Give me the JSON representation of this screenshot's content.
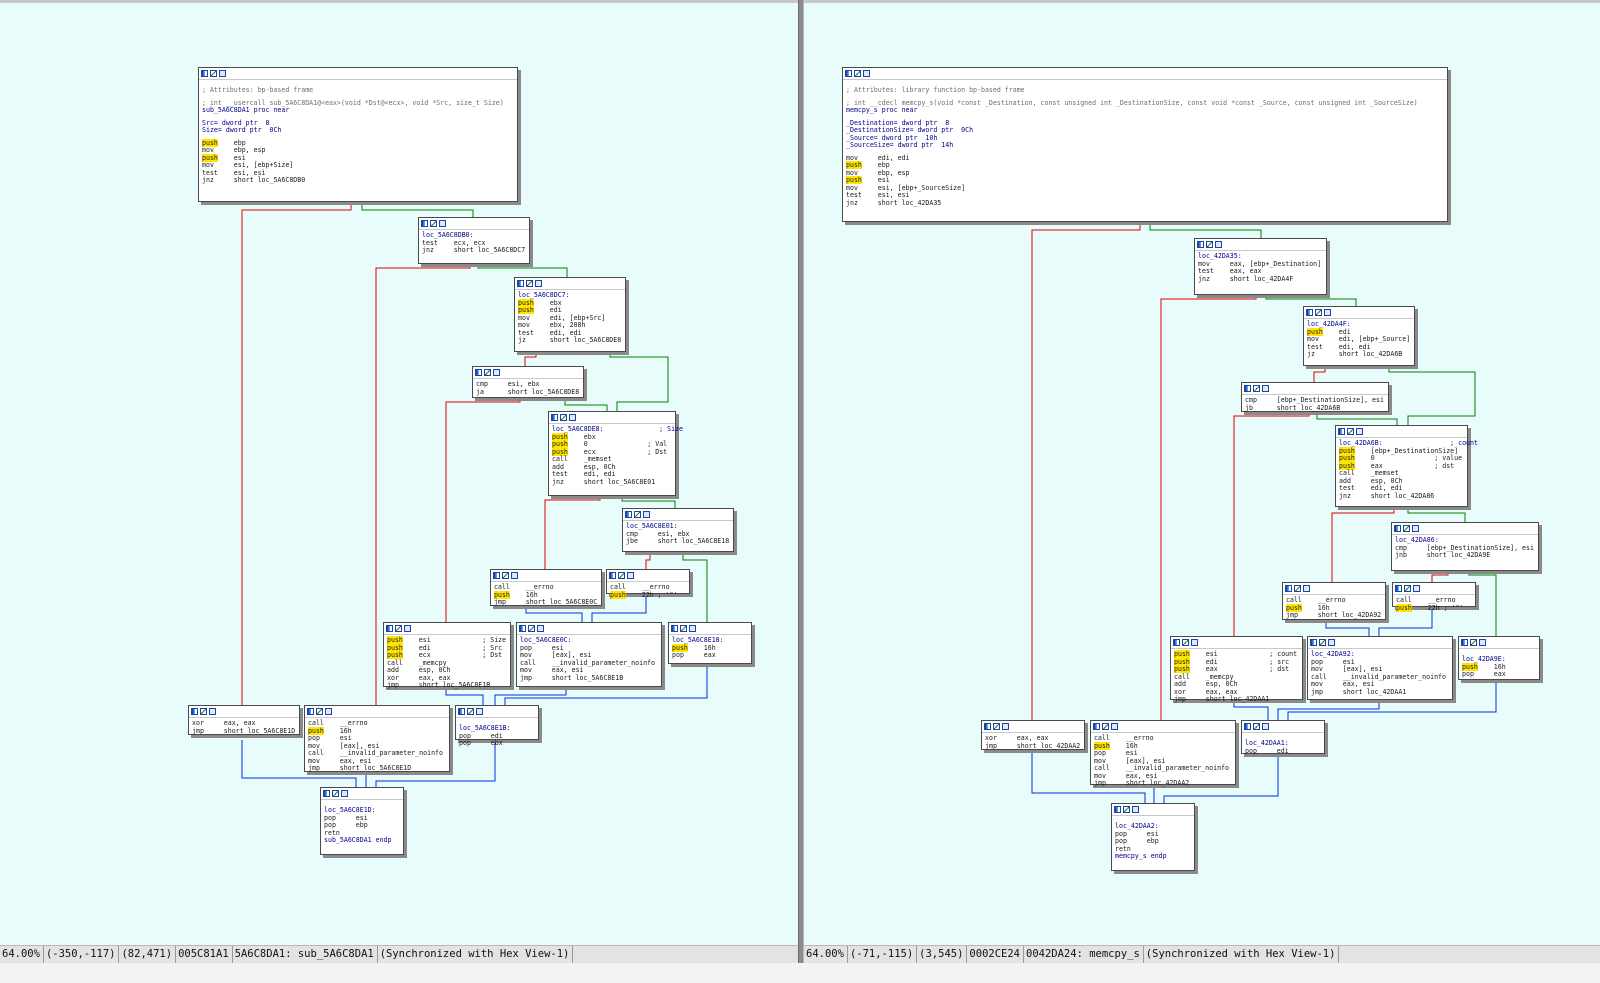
{
  "left_view": {
    "status": [
      "64.00%",
      "(-350,-117)",
      "(82,471)",
      "005C81A1",
      "5A6C8DA1: sub_5A6C8DA1",
      "(Synchronized with Hex View-1)"
    ],
    "blocks": {
      "entry": [
        "",
        "; Attributes: bp-based frame",
        "",
        "; int __usercall sub_5A6C8DA1@<eax>(void *Dst@<ecx>, void *Src, size_t Size)",
        "sub_5A6C8DA1 proc near",
        "",
        "Src= dword ptr  8",
        "Size= dword ptr  0Ch",
        "",
        "push    ebp",
        "mov     ebp, esp",
        "push    esi",
        "mov     esi, [ebp+Size]",
        "test    esi, esi",
        "jnz     short loc_5A6C8DB0"
      ],
      "b1": [
        "loc_5A6C8DB0:",
        "test    ecx, ecx",
        "jnz     short loc_5A6C8DC7"
      ],
      "b2": [
        "loc_5A6C8DC7:",
        "push    ebx",
        "push    edi",
        "mov     edi, [ebp+Src]",
        "mov     ebx, 208h",
        "test    edi, edi",
        "jz      short loc_5A6C8DE8"
      ],
      "b3": [
        "cmp     esi, ebx",
        "ja      short loc_5A6C8DE8"
      ],
      "b4": [
        "loc_5A6C8DE8:              ; Size",
        "push    ebx",
        "push    0               ; Val",
        "push    ecx             ; Dst",
        "call    _memset",
        "add     esp, 0Ch",
        "test    edi, edi",
        "jnz     short loc_5A6C8E01"
      ],
      "b5": [
        "loc_5A6C8E01:",
        "cmp     esi, ebx",
        "jbe     short loc_5A6C8E18"
      ],
      "b6": [
        "call    __errno",
        "push    16h",
        "jmp     short loc_5A6C8E0C"
      ],
      "b7": [
        "call    __errno",
        "push    22h ; '\"'"
      ],
      "b8": [
        "push    esi             ; Size",
        "push    edi             ; Src",
        "push    ecx             ; Dst",
        "call    _memcpy",
        "add     esp, 0Ch",
        "xor     eax, eax",
        "jmp     short loc_5A6C8E1B"
      ],
      "b9": [
        "loc_5A6C8E0C:",
        "pop     esi",
        "mov     [eax], esi",
        "call    __invalid_parameter_noinfo",
        "mov     eax, esi",
        "jmp     short loc_5A6C8E1B"
      ],
      "b10": [
        "loc_5A6C8E18:",
        "push    16h",
        "pop     eax"
      ],
      "b11": [
        "xor     eax, eax",
        "jmp     short loc_5A6C8E1D"
      ],
      "b12": [
        "call    __errno",
        "push    16h",
        "pop     esi",
        "mov     [eax], esi",
        "call    __invalid_parameter_noinfo",
        "mov     eax, esi",
        "jmp     short loc_5A6C8E1D"
      ],
      "b13": [
        "",
        "loc_5A6C8E1B:",
        "pop     edi",
        "pop     ebx"
      ],
      "b14": [
        "",
        "loc_5A6C8E1D:",
        "pop     esi",
        "pop     ebp",
        "retn",
        "sub_5A6C8DA1 endp"
      ]
    }
  },
  "right_view": {
    "status": [
      "64.00%",
      "(-71,-115)",
      "(3,545)",
      "0002CE24",
      "0042DA24: memcpy_s",
      "(Synchronized with Hex View-1)"
    ],
    "blocks": {
      "entry": [
        "",
        "; Attributes: library function bp-based frame",
        "",
        "; int __cdecl memcpy_s(void *const _Destination, const unsigned int _DestinationSize, const void *const _Source, const unsigned int _SourceSize)",
        "memcpy_s proc near",
        "",
        "_Destination= dword ptr  8",
        "_DestinationSize= dword ptr  0Ch",
        "_Source= dword ptr  10h",
        "_SourceSize= dword ptr  14h",
        "",
        "mov     edi, edi",
        "push    ebp",
        "mov     ebp, esp",
        "push    esi",
        "mov     esi, [ebp+_SourceSize]",
        "test    esi, esi",
        "jnz     short loc_42DA35"
      ],
      "b1": [
        "loc_42DA35:",
        "mov     eax, [ebp+_Destination]",
        "test    eax, eax",
        "jnz     short loc_42DA4F"
      ],
      "b2": [
        "loc_42DA4F:",
        "push    edi",
        "mov     edi, [ebp+_Source]",
        "test    edi, edi",
        "jz      short loc_42DA6B"
      ],
      "b3": [
        "cmp     [ebp+_DestinationSize], esi",
        "jb      short loc_42DA6B"
      ],
      "b4": [
        "loc_42DA6B:                 ; count",
        "push    [ebp+_DestinationSize]",
        "push    0               ; value",
        "push    eax             ; dst",
        "call    _memset",
        "add     esp, 0Ch",
        "test    edi, edi",
        "jnz     short loc_42DA86"
      ],
      "b5": [
        "loc_42DA86:",
        "cmp     [ebp+_DestinationSize], esi",
        "jnb     short loc_42DA9E"
      ],
      "b6": [
        "call    __errno",
        "push    16h",
        "jmp     short loc_42DA92"
      ],
      "b7": [
        "call    __errno",
        "push    22h ; '\"'"
      ],
      "b8": [
        "push    esi             ; count",
        "push    edi             ; src",
        "push    eax             ; dst",
        "call    _memcpy",
        "add     esp, 0Ch",
        "xor     eax, eax",
        "jmp     short loc_42DAA1"
      ],
      "b9": [
        "loc_42DA92:",
        "pop     esi",
        "mov     [eax], esi",
        "call    __invalid_parameter_noinfo",
        "mov     eax, esi",
        "jmp     short loc_42DAA1"
      ],
      "b10": [
        "",
        "loc_42DA9E:",
        "push    16h",
        "pop     eax"
      ],
      "b11": [
        "xor     eax, eax",
        "jmp     short loc_42DAA2"
      ],
      "b12": [
        "call    __errno",
        "push    16h",
        "pop     esi",
        "mov     [eax], esi",
        "call    __invalid_parameter_noinfo",
        "mov     eax, esi",
        "jmp     short loc_42DAA2"
      ],
      "b13": [
        "",
        "loc_42DAA1:",
        "pop     edi"
      ],
      "b14": [
        "",
        "loc_42DAA2:",
        "pop     esi",
        "pop     ebp",
        "retn",
        "memcpy_s endp"
      ]
    }
  },
  "colors": {
    "background": "#e8fcfc",
    "edge_true": "#008000",
    "edge_false": "#e00000",
    "edge_uncond": "#0030e0",
    "highlight": "#ffe600"
  },
  "icons": [
    "graph-icon",
    "color-icon",
    "zoom-icon"
  ]
}
